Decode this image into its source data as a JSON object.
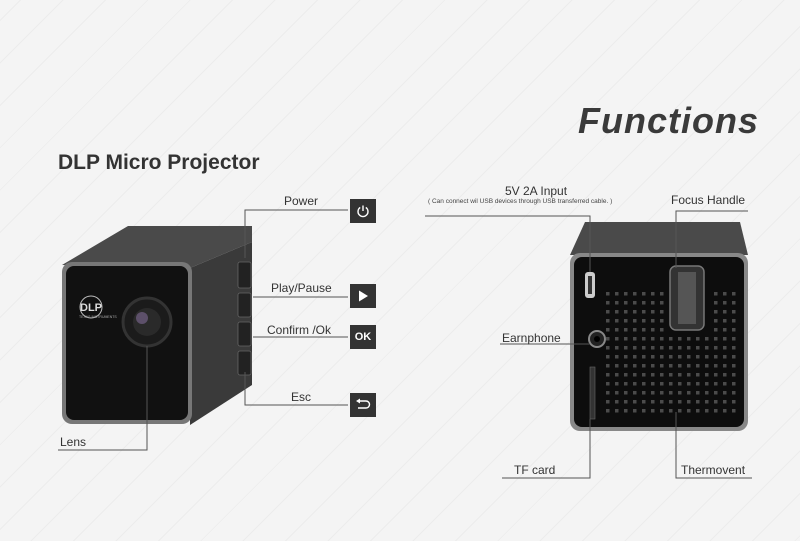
{
  "header": {
    "title": "Functions",
    "subtitle": "DLP Micro Projector"
  },
  "front": {
    "lens_label": "Lens",
    "logo_text": "DLP",
    "logo_small": "TEXAS INSTRUMENTS",
    "buttons": [
      {
        "label": "Power",
        "icon": "power-icon"
      },
      {
        "label": "Play/Pause",
        "icon": "play-icon"
      },
      {
        "label": "Confirm /Ok",
        "icon": "ok-icon",
        "icon_text": "OK"
      },
      {
        "label": "Esc",
        "icon": "return-icon"
      }
    ]
  },
  "back": {
    "input_label": "5V 2A Input",
    "input_note": "( Can connect wil USB devices through USB transferred cable. )",
    "focus_label": "Focus Handle",
    "earphone_label": "Earnphone",
    "tf_label": "TF card",
    "thermovent_label": "Thermovent"
  },
  "colors": {
    "body_dark": "#2b2b2b",
    "frame_gray": "#8a8a8a",
    "button_bg": "#333333"
  }
}
